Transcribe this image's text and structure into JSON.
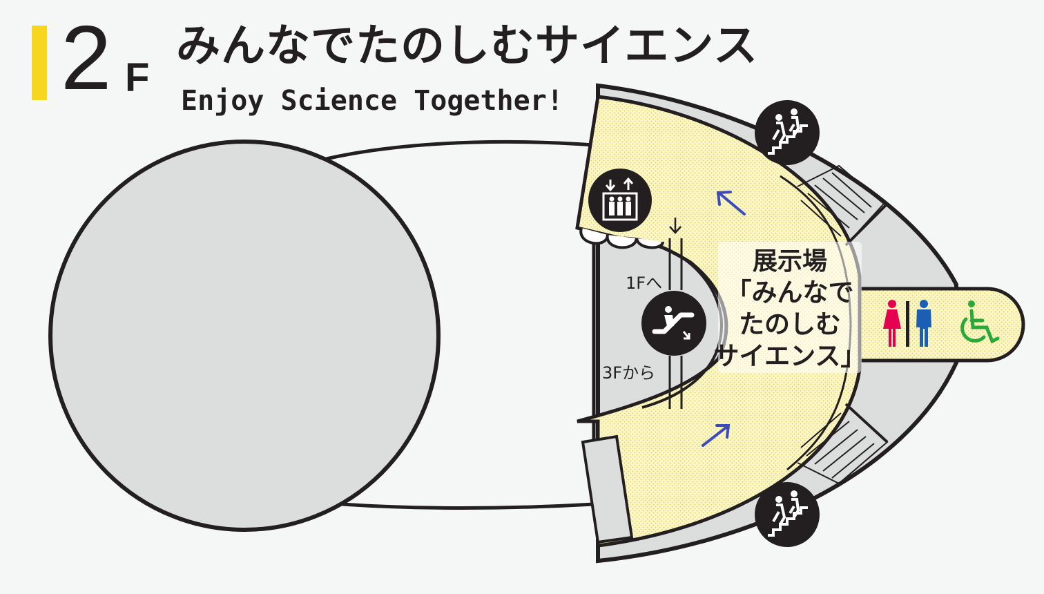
{
  "header": {
    "floor_number": "2",
    "floor_unit": "F",
    "title_ja": "みんなでたのしむサイエンス",
    "title_en": "Enjoy Science Together!"
  },
  "exhibit_hall": {
    "line1": "展示場",
    "line2": "「みんなで",
    "line3": "たのしむ",
    "line4": "サイエンス」"
  },
  "escalator": {
    "to_floor_label": "1Fへ",
    "from_floor_label": "3Fから"
  },
  "icons": {
    "elevator": "elevator-icon",
    "escalator": "escalator-icon",
    "stairs": "stairs-icon",
    "restroom_female": "female-restroom-icon",
    "restroom_male": "male-restroom-icon",
    "accessible": "wheelchair-icon"
  },
  "colors": {
    "accent_yellow": "#f7d61f",
    "exhibit_fill": "#fbf3b0",
    "outline": "#231f20",
    "circle_gray": "#dcdddd",
    "arrow_blue": "#3b4bbd",
    "female_red": "#e5004f",
    "male_blue": "#1a5fb4",
    "accessible_green": "#2aa83a"
  }
}
